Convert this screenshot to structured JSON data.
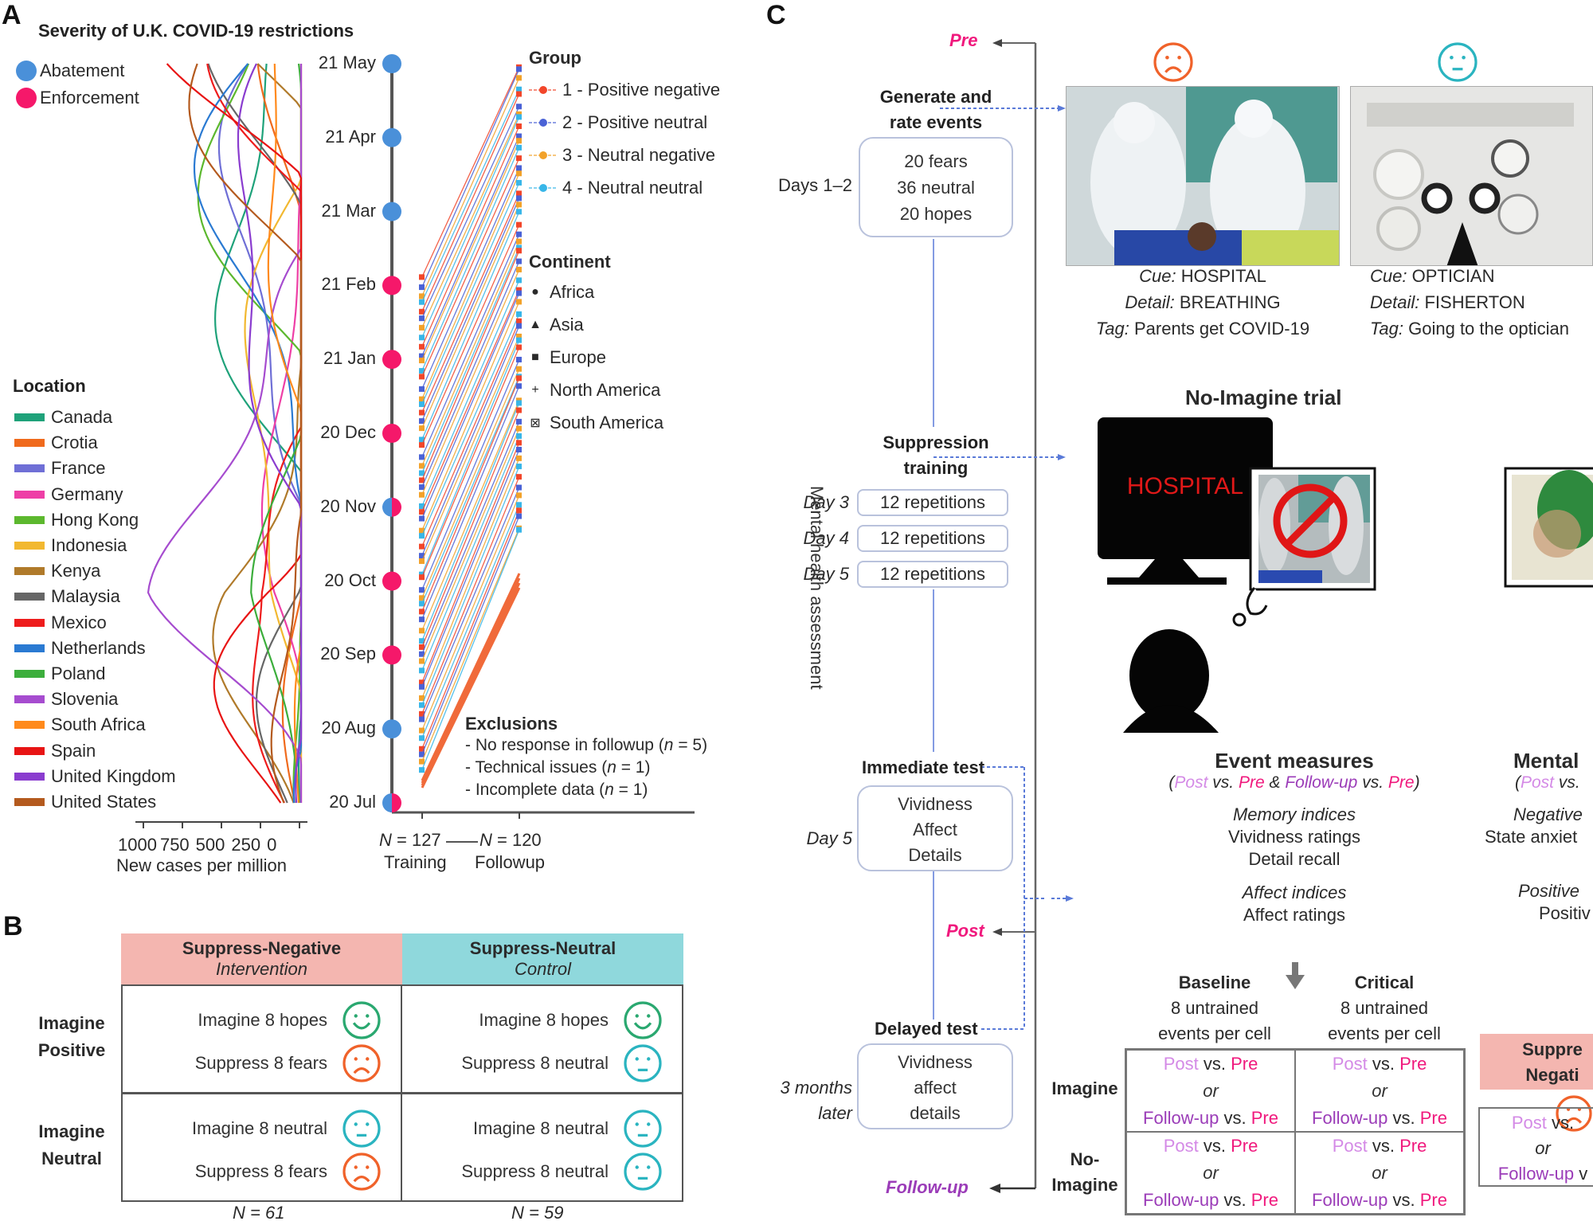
{
  "panelA": {
    "letter": "A",
    "title": "Severity of U.K. COVID-19 restrictions",
    "restriction_legend": [
      {
        "label": "Abatement",
        "color": "#4a90d9"
      },
      {
        "label": "Enforcement",
        "color": "#f5186a"
      }
    ],
    "location_title": "Location",
    "locations": [
      {
        "name": "Canada",
        "color": "#1fa27a"
      },
      {
        "name": "Crotia",
        "color": "#f06a1c"
      },
      {
        "name": "France",
        "color": "#6f6fd6"
      },
      {
        "name": "Germany",
        "color": "#ee3fa6"
      },
      {
        "name": "Hong Kong",
        "color": "#5cb82e"
      },
      {
        "name": "Indonesia",
        "color": "#f2b830"
      },
      {
        "name": "Kenya",
        "color": "#b07a2a"
      },
      {
        "name": "Malaysia",
        "color": "#666666"
      },
      {
        "name": "Mexico",
        "color": "#ee1c1c"
      },
      {
        "name": "Netherlands",
        "color": "#2a7ad2"
      },
      {
        "name": "Poland",
        "color": "#3cae3c"
      },
      {
        "name": "Slovenia",
        "color": "#a64ccf"
      },
      {
        "name": "South Africa",
        "color": "#ff8a1c"
      },
      {
        "name": "Spain",
        "color": "#e81414"
      },
      {
        "name": "United Kingdom",
        "color": "#8a3ccf"
      },
      {
        "name": "United States",
        "color": "#b45a1e"
      }
    ],
    "x_axis": {
      "label": "New cases per million",
      "ticks": [
        "1000",
        "750",
        "500",
        "250",
        "0"
      ]
    },
    "timeline": [
      {
        "date": "21 May",
        "status": "abatement"
      },
      {
        "date": "21 Apr",
        "status": "abatement"
      },
      {
        "date": "21 Mar",
        "status": "abatement"
      },
      {
        "date": "21 Feb",
        "status": "enforcement"
      },
      {
        "date": "21 Jan",
        "status": "enforcement"
      },
      {
        "date": "20 Dec",
        "status": "enforcement"
      },
      {
        "date": "20 Nov",
        "status": "mixed"
      },
      {
        "date": "20 Oct",
        "status": "enforcement"
      },
      {
        "date": "20 Sep",
        "status": "enforcement"
      },
      {
        "date": "20 Aug",
        "status": "abatement"
      },
      {
        "date": "20 Jul",
        "status": "mixed"
      }
    ],
    "group_title": "Group",
    "groups": [
      {
        "label": "1 - Positive negative",
        "color": "#f2462a"
      },
      {
        "label": "2 - Positive neutral",
        "color": "#4a62d6"
      },
      {
        "label": "3 - Neutral negative",
        "color": "#f2a22a"
      },
      {
        "label": "4 - Neutral neutral",
        "color": "#38b6e8"
      }
    ],
    "continent_title": "Continent",
    "continents": [
      {
        "label": "Africa",
        "symbol": "●"
      },
      {
        "label": "Asia",
        "symbol": "▲"
      },
      {
        "label": "Europe",
        "symbol": "■"
      },
      {
        "label": "North America",
        "symbol": "+"
      },
      {
        "label": "South America",
        "symbol": "⊠"
      }
    ],
    "exclusions": {
      "title": "Exclusions",
      "items": [
        {
          "text": "- No response in followup (",
          "n": "n",
          "rest": " = 5)"
        },
        {
          "text": "- Technical issues (",
          "n": "n",
          "rest": " = 1)"
        },
        {
          "text": "- Incomplete data (",
          "n": "n",
          "rest": " = 1)"
        }
      ]
    },
    "training": {
      "n_label": "N",
      "n_value": " = 127",
      "label": "Training"
    },
    "followup": {
      "n_label": "N",
      "n_value": " = 120",
      "label": "Followup"
    }
  },
  "panelB": {
    "letter": "B",
    "columns": [
      {
        "title": "Suppress-Negative",
        "subtitle": "Intervention",
        "color": "#f4b6b0",
        "n": "N = 61"
      },
      {
        "title": "Suppress-Neutral",
        "subtitle": "Control",
        "color": "#8fd8dc",
        "n": "N = 59"
      }
    ],
    "rows": [
      {
        "label_1": "Imagine",
        "label_2": "Positive",
        "cells": [
          [
            {
              "text": "Imagine 8 hopes",
              "face": "happy"
            },
            {
              "text": "Suppress 8 fears",
              "face": "sad"
            }
          ],
          [
            {
              "text": "Imagine 8 hopes",
              "face": "happy"
            },
            {
              "text": "Suppress 8 neutral",
              "face": "neutral"
            }
          ]
        ]
      },
      {
        "label_1": "Imagine",
        "label_2": "Neutral",
        "cells": [
          [
            {
              "text": "Imagine 8 neutral",
              "face": "neutral"
            },
            {
              "text": "Suppress 8 fears",
              "face": "sad"
            }
          ],
          [
            {
              "text": "Imagine 8 neutral",
              "face": "neutral"
            },
            {
              "text": "Suppress 8 neutral",
              "face": "neutral"
            }
          ]
        ]
      }
    ],
    "face_colors": {
      "happy": "#2aa870",
      "sad": "#f0622a",
      "neutral": "#2ab4c0"
    }
  },
  "panelC": {
    "letter": "C",
    "timepoints": {
      "pre": "Pre",
      "post": "Post",
      "followup": "Follow-up"
    },
    "side_label": "Mental health assessment",
    "generate": {
      "title_1": "Generate and",
      "title_2": "rate events",
      "day": "Days 1–2",
      "items": [
        "20 fears",
        "36 neutral",
        "20 hopes"
      ]
    },
    "example_events": [
      {
        "face": "sad",
        "cue_label": "Cue:",
        "cue": " HOSPITAL",
        "detail_label": "Detail:",
        "detail": " BREATHING",
        "tag_label": "Tag:",
        "tag": " Parents get COVID-19"
      },
      {
        "face": "neutral",
        "cue_label": "Cue:",
        "cue": " OPTICIAN",
        "detail_label": "Detail:",
        "detail": " FISHERTON",
        "tag_label": "Tag:",
        "tag": " Going to the optician"
      }
    ],
    "suppression": {
      "title_1": "Suppression",
      "title_2": "training",
      "days": [
        {
          "day": "Day 3",
          "reps": "12 repetitions"
        },
        {
          "day": "Day 4",
          "reps": "12 repetitions"
        },
        {
          "day": "Day 5",
          "reps": "12 repetitions"
        }
      ]
    },
    "trial": {
      "title": "No-Imagine trial",
      "screen_word": "HOSPITAL"
    },
    "immediate": {
      "title": "Immediate test",
      "day": "Day 5",
      "items": [
        "Vividness",
        "Affect",
        "Details"
      ]
    },
    "delayed": {
      "title": "Delayed test",
      "day_1": "3 months",
      "day_2": "later",
      "items": [
        "Vividness",
        "affect",
        "details"
      ]
    },
    "event_measures": {
      "title": "Event measures",
      "sub": {
        "open": "(",
        "post": "Post",
        "vs1": " vs. ",
        "pre1": "Pre",
        "amp": " & ",
        "fu": "Follow-up",
        "vs2": " vs. ",
        "pre2": "Pre",
        "close": ")"
      },
      "memory_title": "Memory indices",
      "memory_items": [
        "Vividness ratings",
        "Detail recall"
      ],
      "affect_title": "Affect indices",
      "affect_items": [
        "Affect ratings"
      ]
    },
    "mental_measures": {
      "title": "Mental",
      "sub_open": "(",
      "sub_post": "Post",
      "sub_vs": " vs. ",
      "neg_title": "Negative",
      "neg_item": "State anxiet",
      "pos_title": "Positive",
      "pos_item": "Positiv"
    },
    "grid": {
      "col_headers": [
        {
          "title": "Baseline",
          "sub_1": "8 untrained",
          "sub_2": "events per cell"
        },
        {
          "title": "Critical",
          "sub_1": "8 untrained",
          "sub_2": "events per cell"
        }
      ],
      "row_headers": [
        {
          "l1": "Imagine",
          "l2": ""
        },
        {
          "l1": "No-",
          "l2": "Imagine"
        }
      ],
      "cell": {
        "post": "Post",
        "vs": " vs. ",
        "pre": "Pre",
        "or": "or",
        "fu": "Follow-up"
      }
    },
    "side_grid": {
      "title_1": "Suppre",
      "title_2": "Negati",
      "face": "sad",
      "post": "Post",
      "vs": " vs. ",
      "or": "or",
      "fu": "Follow-up",
      "v": " v"
    }
  }
}
